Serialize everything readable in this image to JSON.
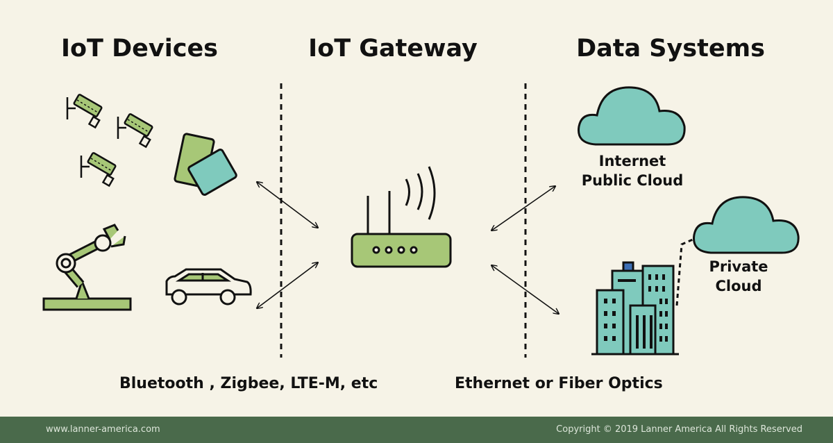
{
  "headings": {
    "devices": "IoT Devices",
    "gateway": "IoT Gateway",
    "systems": "Data Systems"
  },
  "clouds": {
    "public": [
      "Internet",
      "Public Cloud"
    ],
    "private": [
      "Private",
      "Cloud"
    ]
  },
  "protocols": {
    "wireless": "Bluetooth , Zigbee, LTE-M, etc",
    "wired": "Ethernet or Fiber Optics"
  },
  "footer": {
    "website": "www.lanner-america.com",
    "copyright": "Copyright © 2019 Lanner America All Rights Reserved"
  },
  "colors": {
    "background": "#f6f3e7",
    "device_green": "#a7c777",
    "cloud_teal": "#7fcabd",
    "footer_green": "#4a6a4b",
    "outline": "#111111"
  },
  "icons": [
    "security-camera-icon",
    "smartphone-icon",
    "tablet-icon",
    "robot-arm-icon",
    "car-icon",
    "router-icon",
    "cloud-icon",
    "building-icon"
  ]
}
